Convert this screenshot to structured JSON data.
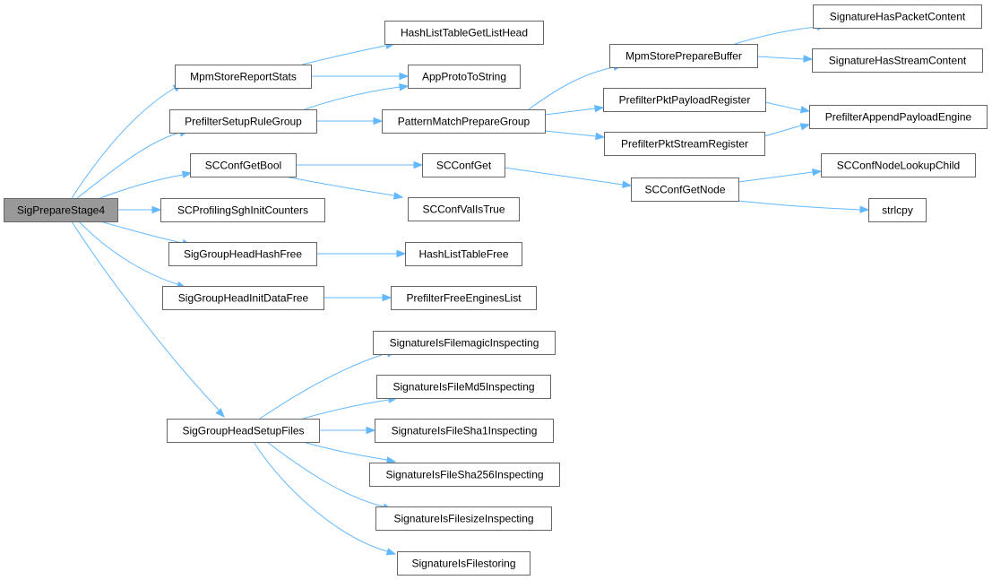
{
  "graph": {
    "colors": {
      "edge": "#63b8ff",
      "node_border": "#666666",
      "root_fill": "#999999",
      "node_fill": "#ffffff"
    },
    "nodes": [
      {
        "id": "n0",
        "label": "SigPrepareStage4",
        "root": true
      },
      {
        "id": "n1",
        "label": "MpmStoreReportStats"
      },
      {
        "id": "n2",
        "label": "PrefilterSetupRuleGroup"
      },
      {
        "id": "n3",
        "label": "SCConfGetBool"
      },
      {
        "id": "n4",
        "label": "SCProfilingSghInitCounters"
      },
      {
        "id": "n5",
        "label": "SigGroupHeadHashFree"
      },
      {
        "id": "n6",
        "label": "SigGroupHeadInitDataFree"
      },
      {
        "id": "n7",
        "label": "SigGroupHeadSetupFiles"
      },
      {
        "id": "n8",
        "label": "HashListTableGetListHead"
      },
      {
        "id": "n9",
        "label": "AppProtoToString"
      },
      {
        "id": "n10",
        "label": "PatternMatchPrepareGroup"
      },
      {
        "id": "n11",
        "label": "SCConfGet"
      },
      {
        "id": "n12",
        "label": "SCConfValIsTrue"
      },
      {
        "id": "n13",
        "label": "HashListTableFree"
      },
      {
        "id": "n14",
        "label": "PrefilterFreeEnginesList"
      },
      {
        "id": "n15",
        "label": "SignatureIsFilemagicInspecting"
      },
      {
        "id": "n16",
        "label": "SignatureIsFileMd5Inspecting"
      },
      {
        "id": "n17",
        "label": "SignatureIsFileSha1Inspecting"
      },
      {
        "id": "n18",
        "label": "SignatureIsFileSha256Inspecting"
      },
      {
        "id": "n19",
        "label": "SignatureIsFilesizeInspecting"
      },
      {
        "id": "n20",
        "label": "SignatureIsFilestoring"
      },
      {
        "id": "n21",
        "label": "MpmStorePrepareBuffer"
      },
      {
        "id": "n22",
        "label": "PrefilterPktPayloadRegister"
      },
      {
        "id": "n23",
        "label": "PrefilterPktStreamRegister"
      },
      {
        "id": "n24",
        "label": "SCConfGetNode"
      },
      {
        "id": "n25",
        "label": "SignatureHasPacketContent"
      },
      {
        "id": "n26",
        "label": "SignatureHasStreamContent"
      },
      {
        "id": "n27",
        "label": "PrefilterAppendPayloadEngine"
      },
      {
        "id": "n28",
        "label": "SCConfNodeLookupChild"
      },
      {
        "id": "n29",
        "label": "strlcpy"
      }
    ],
    "edges": [
      [
        "n0",
        "n1"
      ],
      [
        "n0",
        "n2"
      ],
      [
        "n0",
        "n3"
      ],
      [
        "n0",
        "n4"
      ],
      [
        "n0",
        "n5"
      ],
      [
        "n0",
        "n6"
      ],
      [
        "n0",
        "n7"
      ],
      [
        "n1",
        "n8"
      ],
      [
        "n1",
        "n9"
      ],
      [
        "n2",
        "n9"
      ],
      [
        "n2",
        "n10"
      ],
      [
        "n3",
        "n11"
      ],
      [
        "n3",
        "n12"
      ],
      [
        "n5",
        "n13"
      ],
      [
        "n6",
        "n14"
      ],
      [
        "n7",
        "n15"
      ],
      [
        "n7",
        "n16"
      ],
      [
        "n7",
        "n17"
      ],
      [
        "n7",
        "n18"
      ],
      [
        "n7",
        "n19"
      ],
      [
        "n7",
        "n20"
      ],
      [
        "n10",
        "n21"
      ],
      [
        "n10",
        "n22"
      ],
      [
        "n10",
        "n23"
      ],
      [
        "n11",
        "n24"
      ],
      [
        "n21",
        "n25"
      ],
      [
        "n21",
        "n26"
      ],
      [
        "n22",
        "n27"
      ],
      [
        "n23",
        "n27"
      ],
      [
        "n24",
        "n28"
      ],
      [
        "n24",
        "n29"
      ]
    ]
  }
}
